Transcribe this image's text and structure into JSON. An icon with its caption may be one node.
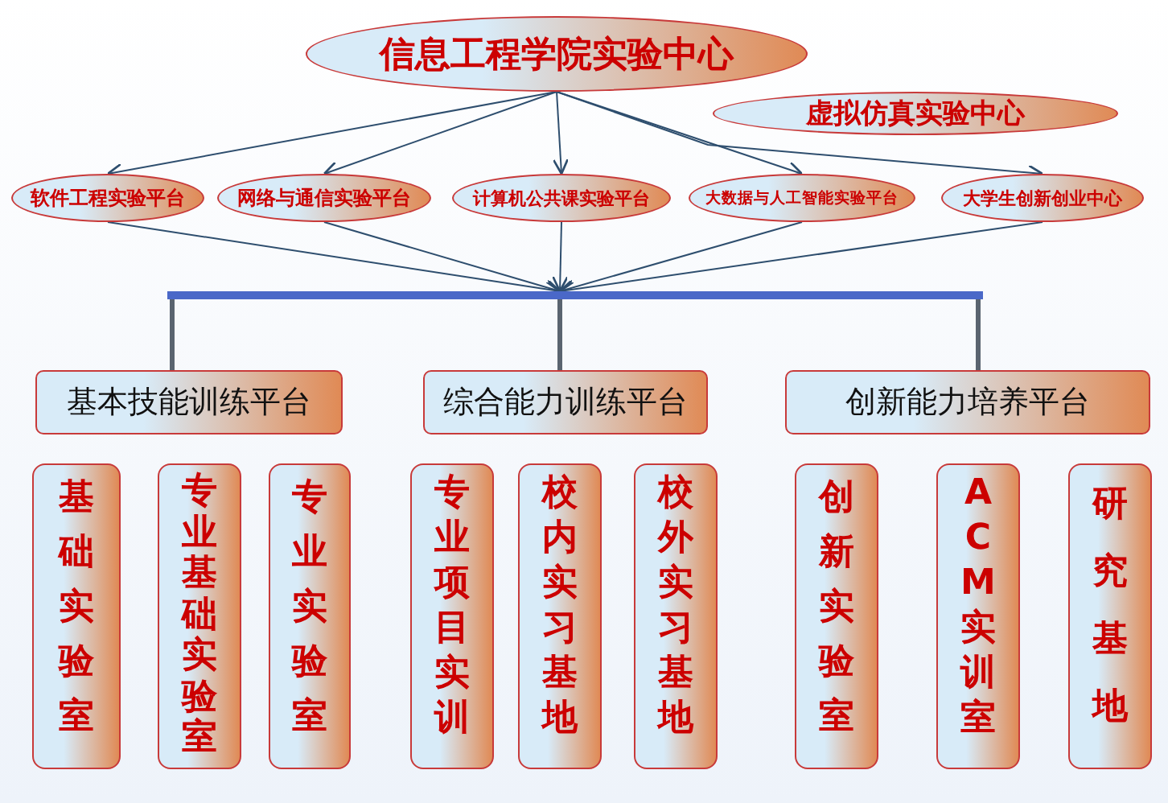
{
  "diagram": {
    "nodes": [
      {
        "text": [
          "信息工程学院实验中心"
        ]
      },
      {
        "text": [
          "虚拟仿真实验中心"
        ]
      },
      {
        "text": [
          "软件工程实验平台"
        ]
      },
      {
        "text": [
          "网络与通信实验平台"
        ]
      },
      {
        "text": [
          "计算机公共课实验平台"
        ]
      },
      {
        "text": [
          "大数据与人工智能实验平台"
        ]
      },
      {
        "text": [
          "大学生创新创业中心"
        ]
      },
      {
        "text": [],
        "shape": "bar"
      },
      {
        "text": [
          "基本技能训练平台"
        ]
      },
      {
        "text": [
          "综合能力训练平台"
        ]
      },
      {
        "text": [
          "创新能力培养平台"
        ]
      },
      {
        "text": [
          "基础实验室"
        ]
      },
      {
        "text": [
          "专业基础实验室"
        ]
      },
      {
        "text": [
          "专业实验室"
        ]
      },
      {
        "text": [
          "专业项目实训"
        ]
      },
      {
        "text": [
          "校内实习基地"
        ]
      },
      {
        "text": [
          "校外实习基地"
        ]
      },
      {
        "text": [
          "创新实验室"
        ]
      },
      {
        "text": [
          "ACM实训室"
        ]
      },
      {
        "text": [
          "研究基地"
        ]
      }
    ],
    "edges": [
      {
        "from": 0,
        "to": 2,
        "arrow": "to"
      },
      {
        "from": 0,
        "to": 3,
        "arrow": "to"
      },
      {
        "from": 0,
        "to": 4,
        "arrow": "to"
      },
      {
        "from": 0,
        "to": 5,
        "arrow": "to"
      },
      {
        "from": 0,
        "to": 6,
        "arrow": "to"
      },
      {
        "from": 2,
        "to": 7,
        "arrow": "to"
      },
      {
        "from": 3,
        "to": 7,
        "arrow": "to"
      },
      {
        "from": 4,
        "to": 7,
        "arrow": "to"
      },
      {
        "from": 5,
        "to": 7,
        "arrow": "to"
      },
      {
        "from": 6,
        "to": 7,
        "arrow": "to"
      },
      {
        "from": 7,
        "to": 8,
        "arrow": "none",
        "style": "thick"
      },
      {
        "from": 7,
        "to": 9,
        "arrow": "none",
        "style": "thick"
      },
      {
        "from": 7,
        "to": 10,
        "arrow": "none",
        "style": "thick"
      }
    ]
  }
}
